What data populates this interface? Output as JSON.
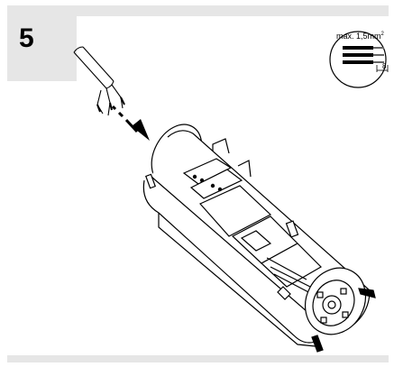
{
  "step": {
    "number": "5"
  },
  "wire_spec": {
    "cross_section": "max. 1,5mm",
    "superscript": "2",
    "strip_length": "8"
  }
}
